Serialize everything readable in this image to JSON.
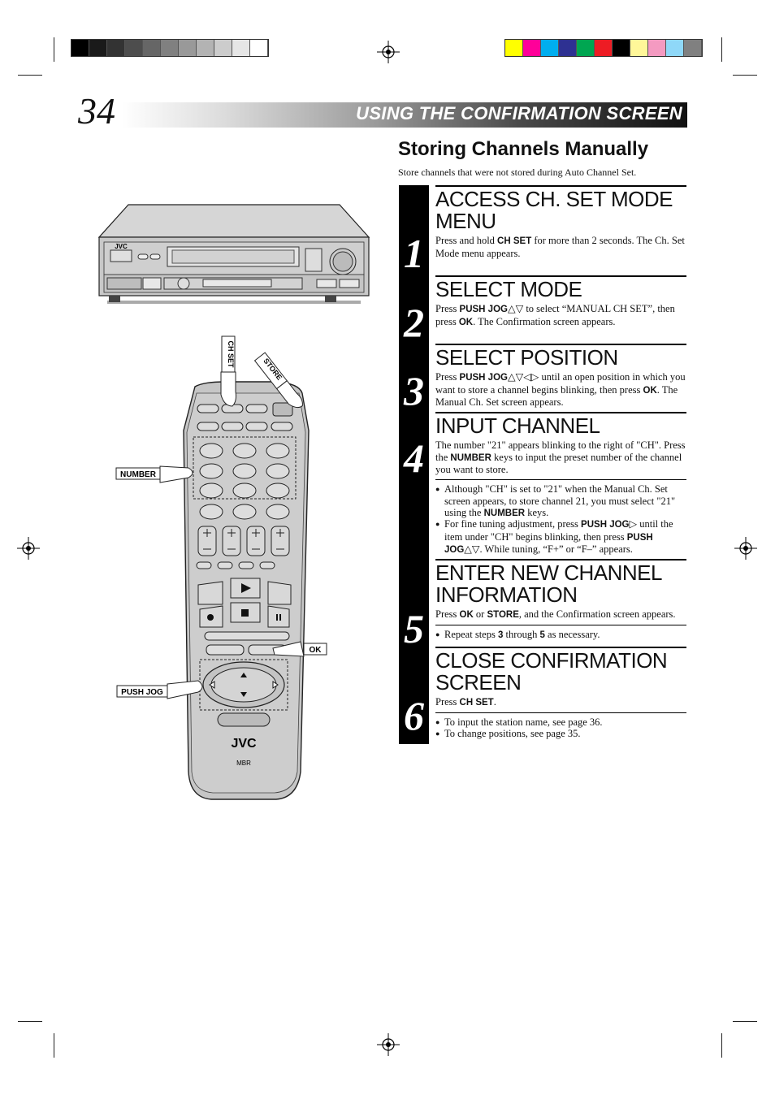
{
  "registration": {
    "grey_swatches": [
      "#000000",
      "#1a1a1a",
      "#333333",
      "#4d4d4d",
      "#666666",
      "#808080",
      "#999999",
      "#b3b3b3",
      "#cccccc",
      "#e6e6e6",
      "#ffffff"
    ],
    "color_swatches": [
      "#ffff00",
      "#ff0099",
      "#00aeef",
      "#2e3192",
      "#00a651",
      "#ed1c24",
      "#000000",
      "#fff799",
      "#f49ac1",
      "#8fd8f8",
      "#808080"
    ]
  },
  "header": {
    "page_number": "34",
    "title": "USING THE CONFIRMATION SCREEN"
  },
  "section": {
    "title": "Storing Channels Manually",
    "subtitle": "Store channels that were not stored during Auto Channel Set."
  },
  "steps": [
    {
      "number": "1",
      "title_line1": "ACCESS CH. SET MODE",
      "title_line2": "MENU",
      "body_a": "Press and hold ",
      "body_b": "CH SET",
      "body_c": " for more than 2 seconds. The Ch. Set Mode menu appears."
    },
    {
      "number": "2",
      "title_line1": "SELECT MODE",
      "body_a": "Press ",
      "body_b": "PUSH JOG",
      "body_c": "△▽ to select “MANUAL CH SET”, then press ",
      "body_d": "OK",
      "body_e": ". The Confirmation screen appears."
    },
    {
      "number": "3",
      "title_line1": "SELECT POSITION",
      "body_a": "Press ",
      "body_b": "PUSH JOG",
      "body_c": "△▽◁▷ until an open position in which you want to store a channel begins blinking, then press ",
      "body_d": "OK",
      "body_e": ". The Manual Ch. Set screen appears."
    },
    {
      "number": "4",
      "title_line1": "INPUT CHANNEL",
      "body_a": "The number \"21\" appears blinking to the right of \"CH\". Press the ",
      "body_b": "NUMBER",
      "body_c": " keys to input the preset number of the channel you want to store.",
      "bullet1_a": "Although \"CH\" is set to \"21\" when the Manual Ch. Set screen appears, to store channel 21, you must select \"21\" using the ",
      "bullet1_b": "NUMBER",
      "bullet1_c": " keys.",
      "bullet2_a": "For fine tuning adjustment, press ",
      "bullet2_b": "PUSH JOG",
      "bullet2_c": "▷ until the item under \"CH\" begins blinking, then press ",
      "bullet2_d": "PUSH JOG",
      "bullet2_e": "△▽. While tuning, “F+” or “F–” appears."
    },
    {
      "number": "5",
      "title_line1": "ENTER NEW CHANNEL",
      "title_line2": "INFORMATION",
      "body_a": "Press ",
      "body_b": "OK",
      "body_c": " or ",
      "body_d": "STORE",
      "body_e": ", and the Confirmation screen appears.",
      "bullet1_a": "Repeat steps ",
      "bullet1_b": "3",
      "bullet1_c": " through ",
      "bullet1_d": "5",
      "bullet1_e": " as necessary."
    },
    {
      "number": "6",
      "title_line1": "CLOSE CONFIRMATION",
      "title_line2": "SCREEN",
      "body_a": "Press ",
      "body_b": "CH SET",
      "body_c": ".",
      "bullet1": "To input the station name, see page 36.",
      "bullet2": "To change positions, see page 35."
    }
  ],
  "illustration": {
    "vcr_brand": "JVC",
    "remote_brand": "JVC",
    "remote_sub_logo": "MBR",
    "callouts": {
      "ch_set": "CH SET",
      "store": "STORE",
      "number": "NUMBER",
      "ok": "OK",
      "push_jog": "PUSH JOG"
    }
  }
}
